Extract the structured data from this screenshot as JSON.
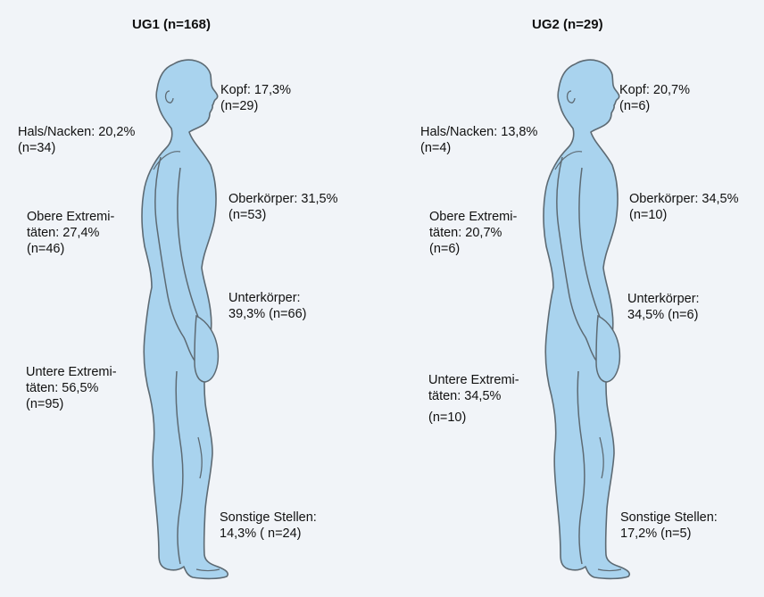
{
  "colors": {
    "background": "#f1f4f8",
    "body_fill": "#a9d3ee",
    "body_outline": "#5d6a73",
    "text": "#111111"
  },
  "figure_icon": "human-body-side-profile",
  "panels": [
    {
      "title": "UG1 (n=168)",
      "labels": {
        "kopf": [
          "Kopf: 17,3%",
          "(n=29)"
        ],
        "hals": [
          "Hals/Nacken: 20,2%",
          "(n=34)"
        ],
        "oberkoerper": [
          "Oberkörper: 31,5%",
          "(n=53)"
        ],
        "obere_extremitaeten": [
          "Obere Extremi-",
          "täten: 27,4%",
          "(n=46)"
        ],
        "unterkoerper": [
          "Unterkörper:",
          "39,3% (n=66)"
        ],
        "untere_extremitaeten": [
          "Untere Extremi-",
          "täten: 56,5%",
          "(n=95)"
        ],
        "sonstige": [
          "Sonstige Stellen:",
          "14,3% ( n=24)"
        ]
      }
    },
    {
      "title": "UG2 (n=29)",
      "labels": {
        "kopf": [
          "Kopf: 20,7%",
          "(n=6)"
        ],
        "hals": [
          "Hals/Nacken: 13,8%",
          "(n=4)"
        ],
        "oberkoerper": [
          "Oberkörper: 34,5%",
          "(n=10)"
        ],
        "obere_extremitaeten": [
          "Obere Extremi-",
          "täten: 20,7%",
          "(n=6)"
        ],
        "unterkoerper": [
          "Unterkörper:",
          "34,5% (n=6)"
        ],
        "untere_extremitaeten": [
          "Untere Extremi-",
          "täten: 34,5%",
          "",
          "(n=10)"
        ],
        "sonstige": [
          "Sonstige Stellen:",
          "17,2% (n=5)"
        ]
      }
    }
  ]
}
